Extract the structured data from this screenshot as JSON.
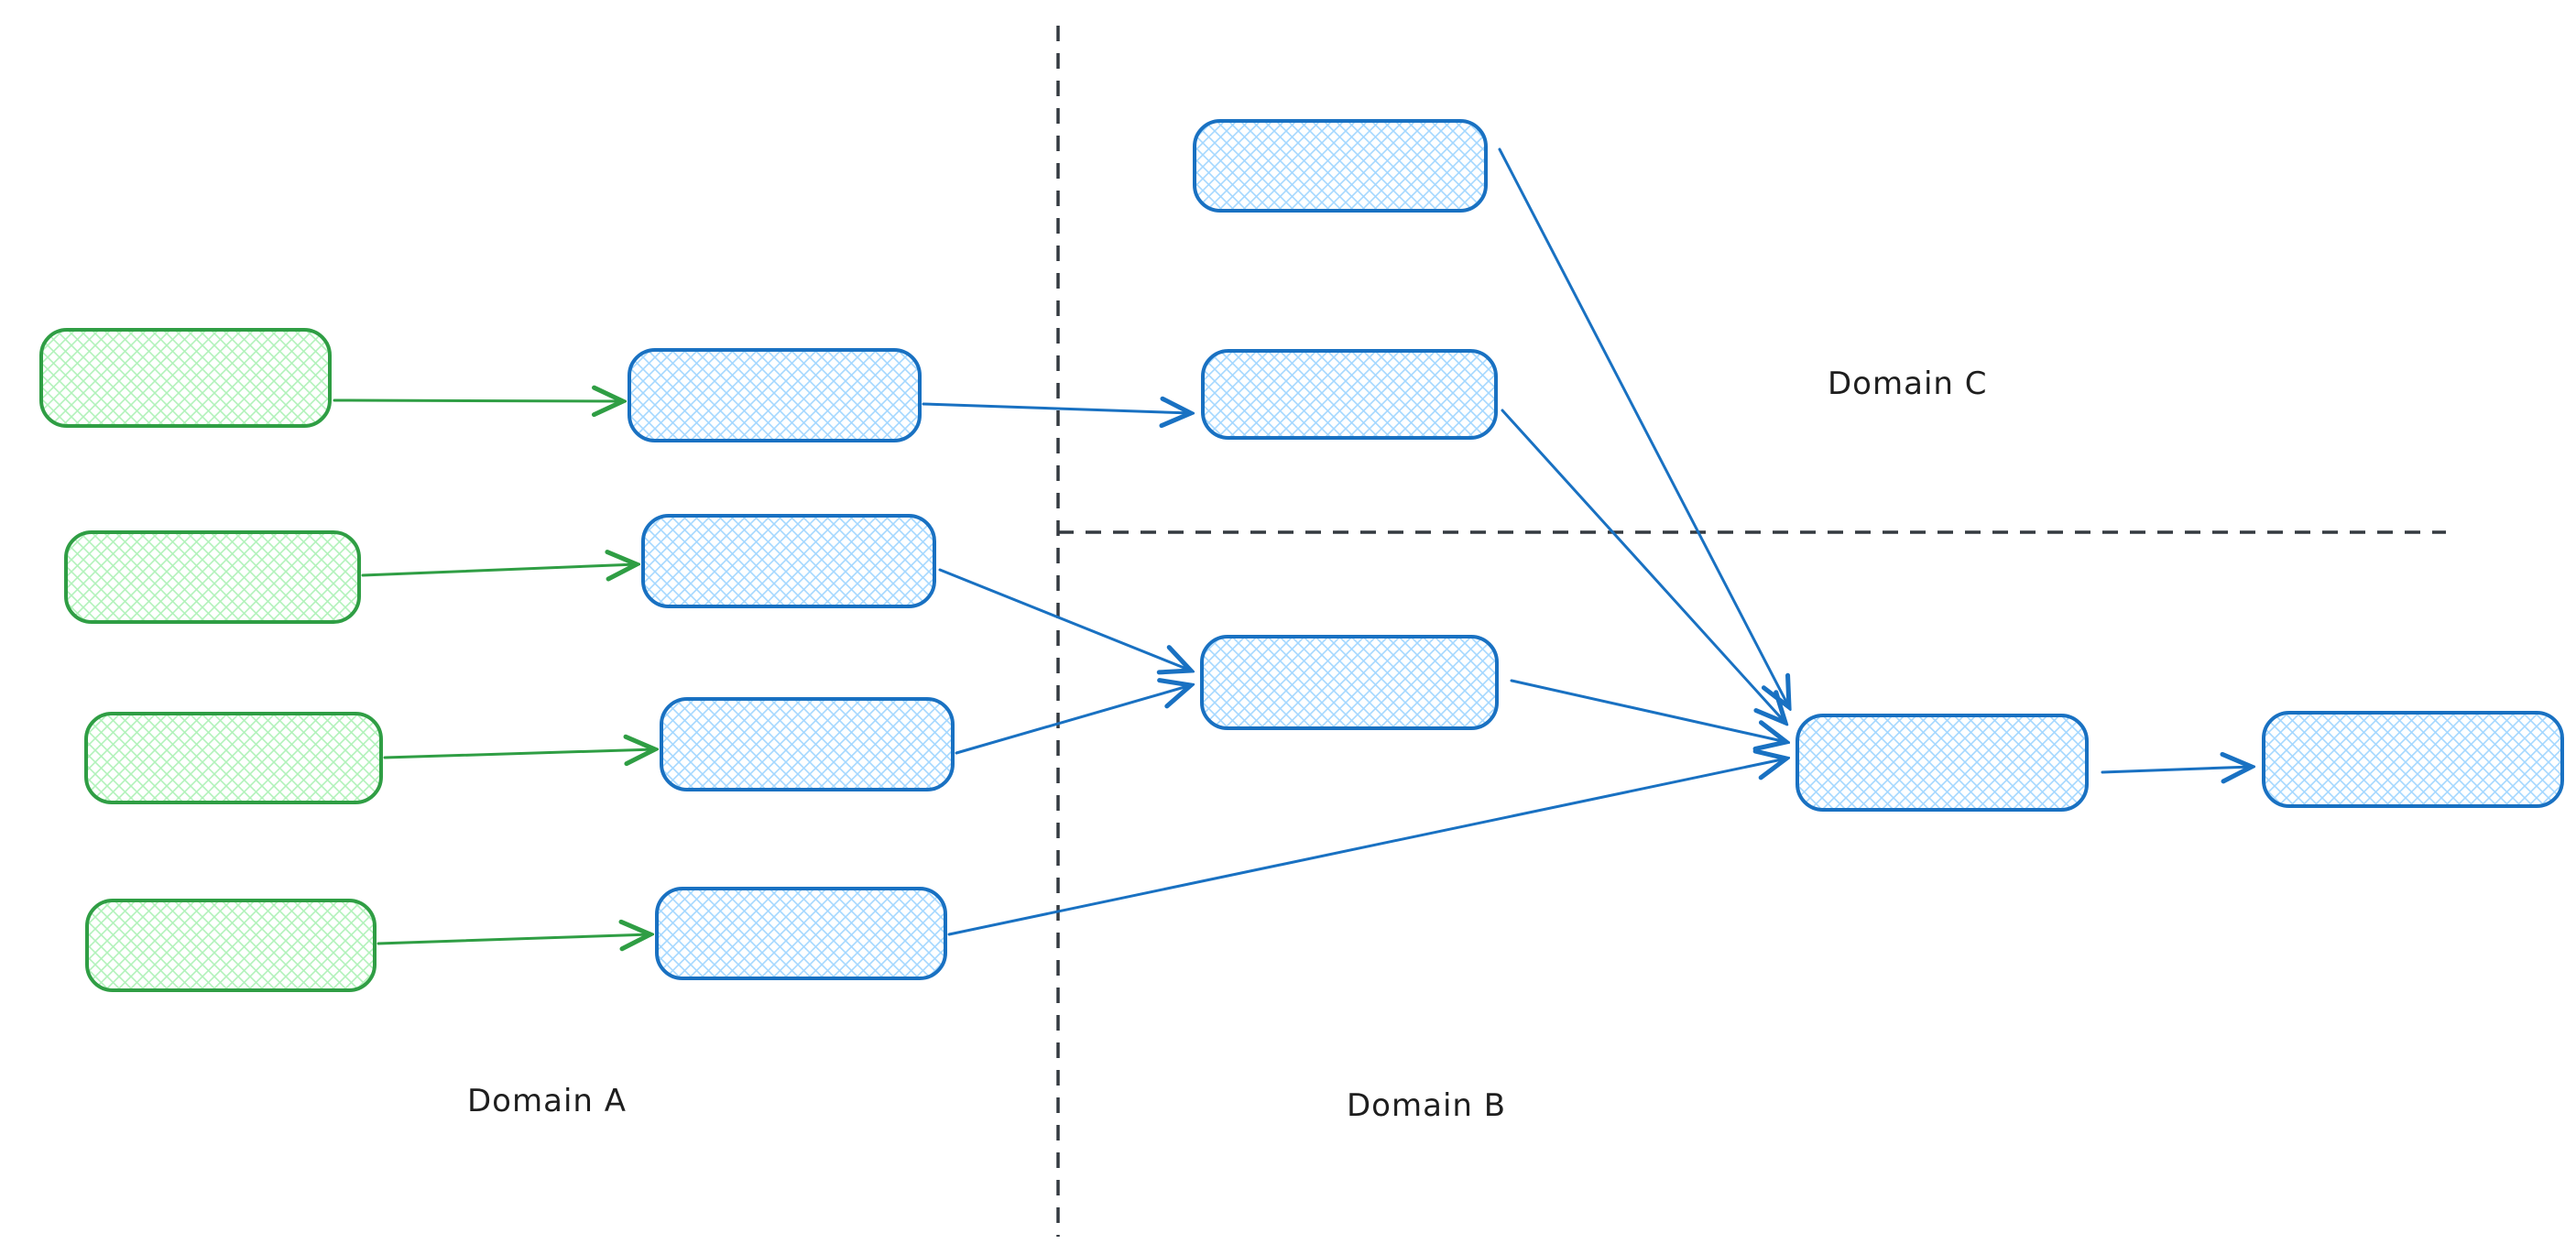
{
  "diagram": {
    "labels": {
      "domain_a": "Domain A",
      "domain_b": "Domain B",
      "domain_c": "Domain C"
    },
    "colors": {
      "green_stroke": "#2f9e44",
      "green_fill": "#b2f2bb",
      "blue_stroke": "#1971c2",
      "blue_fill": "#a5d8ff",
      "divider": "#343a40",
      "label_text": "#1e1e1e",
      "background": "#ffffff"
    },
    "nodes": [
      {
        "id": "a-source-1",
        "color": "green",
        "region": "Domain A",
        "text": ""
      },
      {
        "id": "a-source-2",
        "color": "green",
        "region": "Domain A",
        "text": ""
      },
      {
        "id": "a-source-3",
        "color": "green",
        "region": "Domain A",
        "text": ""
      },
      {
        "id": "a-source-4",
        "color": "green",
        "region": "Domain A",
        "text": ""
      },
      {
        "id": "a-proc-1",
        "color": "blue",
        "region": "Domain A",
        "text": ""
      },
      {
        "id": "a-proc-2",
        "color": "blue",
        "region": "Domain A",
        "text": ""
      },
      {
        "id": "a-proc-3",
        "color": "blue",
        "region": "Domain A",
        "text": ""
      },
      {
        "id": "a-proc-4",
        "color": "blue",
        "region": "Domain A",
        "text": ""
      },
      {
        "id": "c-box-top",
        "color": "blue",
        "region": "Domain C",
        "text": ""
      },
      {
        "id": "c-box-mid",
        "color": "blue",
        "region": "Domain C",
        "text": ""
      },
      {
        "id": "b-box-merge",
        "color": "blue",
        "region": "Domain B",
        "text": ""
      },
      {
        "id": "b-box-aggregate",
        "color": "blue",
        "region": "Domain B",
        "text": ""
      },
      {
        "id": "b-box-output",
        "color": "blue",
        "region": "Domain B",
        "text": ""
      }
    ],
    "edges": [
      {
        "from": "a-source-1",
        "to": "a-proc-1",
        "color": "green"
      },
      {
        "from": "a-source-2",
        "to": "a-proc-2",
        "color": "green"
      },
      {
        "from": "a-source-3",
        "to": "a-proc-3",
        "color": "green"
      },
      {
        "from": "a-source-4",
        "to": "a-proc-4",
        "color": "green"
      },
      {
        "from": "a-proc-1",
        "to": "c-box-mid",
        "color": "blue"
      },
      {
        "from": "a-proc-2",
        "to": "b-box-merge",
        "color": "blue"
      },
      {
        "from": "a-proc-3",
        "to": "b-box-merge",
        "color": "blue"
      },
      {
        "from": "a-proc-4",
        "to": "b-box-aggregate",
        "color": "blue"
      },
      {
        "from": "c-box-top",
        "to": "b-box-aggregate",
        "color": "blue"
      },
      {
        "from": "c-box-mid",
        "to": "b-box-aggregate",
        "color": "blue"
      },
      {
        "from": "b-box-merge",
        "to": "b-box-aggregate",
        "color": "blue"
      },
      {
        "from": "b-box-aggregate",
        "to": "b-box-output",
        "color": "blue"
      }
    ],
    "dividers": [
      {
        "id": "vertical-divider",
        "orientation": "vertical",
        "style": "dashed"
      },
      {
        "id": "horizontal-divider",
        "orientation": "horizontal",
        "style": "dashed"
      }
    ]
  }
}
